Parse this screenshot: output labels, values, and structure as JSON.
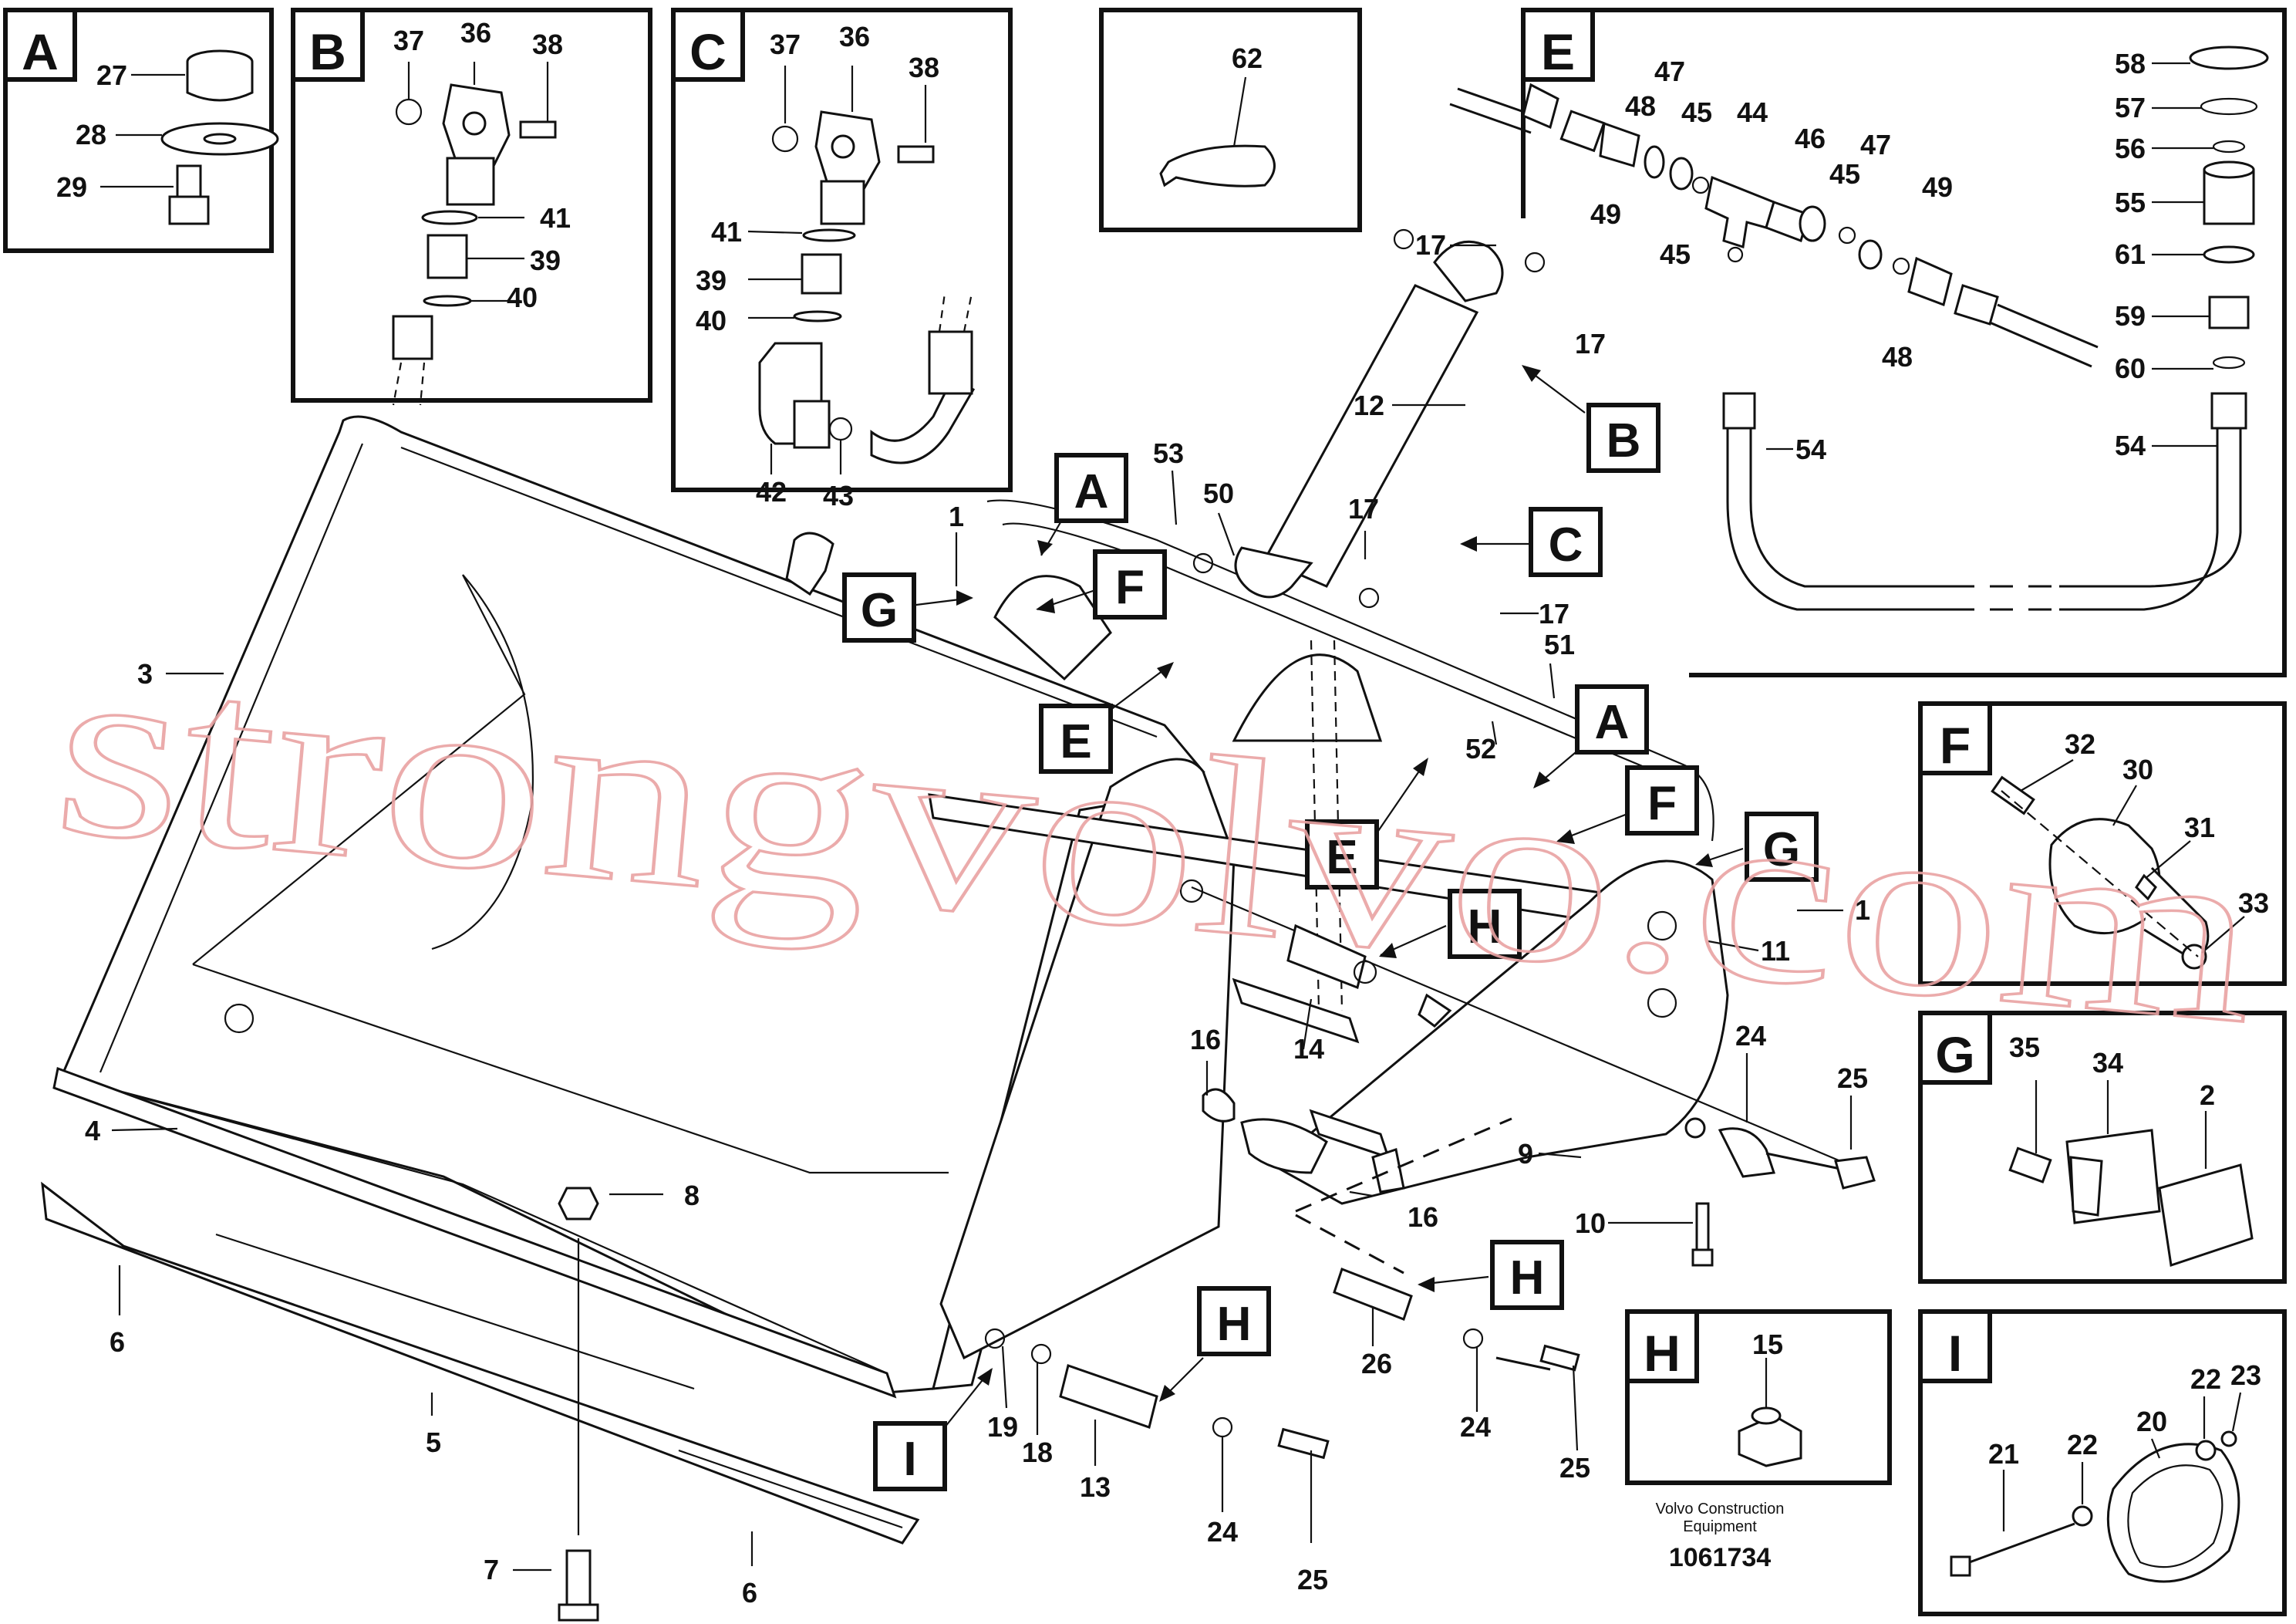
{
  "watermark": "strongvolvo.com",
  "publisher": {
    "line1": "Volvo Construction",
    "line2": "Equipment",
    "drawing_number": "1061734"
  },
  "insets": {
    "A": {
      "letter": "A",
      "callouts": [
        "27",
        "28",
        "29"
      ]
    },
    "B": {
      "letter": "B",
      "callouts": [
        "37",
        "36",
        "38",
        "41",
        "39",
        "40"
      ]
    },
    "C": {
      "letter": "C",
      "callouts": [
        "37",
        "36",
        "38",
        "41",
        "39",
        "40",
        "42",
        "43"
      ]
    },
    "box62": {
      "callouts": [
        "62"
      ]
    },
    "E": {
      "letter": "E",
      "callouts": [
        "47",
        "48",
        "45",
        "44",
        "46",
        "45",
        "47",
        "49",
        "49",
        "45",
        "48",
        "58",
        "57",
        "56",
        "55",
        "61",
        "59",
        "60",
        "54",
        "54"
      ]
    },
    "F": {
      "letter": "F",
      "callouts": [
        "32",
        "30",
        "31",
        "33"
      ]
    },
    "G": {
      "letter": "G",
      "callouts": [
        "35",
        "34",
        "2"
      ]
    },
    "H": {
      "letter": "H",
      "callouts": [
        "15"
      ]
    },
    "I": {
      "letter": "I",
      "callouts": [
        "21",
        "22",
        "20",
        "22",
        "23"
      ]
    }
  },
  "main_callouts": [
    "3",
    "4",
    "8",
    "6",
    "5",
    "7",
    "6",
    "1",
    "53",
    "50",
    "17",
    "17",
    "12",
    "17",
    "17",
    "51",
    "52",
    "1",
    "11",
    "14",
    "16",
    "24",
    "25",
    "9",
    "16",
    "10",
    "26",
    "24",
    "25",
    "19",
    "18",
    "13",
    "24",
    "25"
  ],
  "ref_letters": [
    "A",
    "G",
    "F",
    "E",
    "B",
    "C",
    "A",
    "F",
    "G",
    "E",
    "H",
    "H",
    "H",
    "I"
  ]
}
